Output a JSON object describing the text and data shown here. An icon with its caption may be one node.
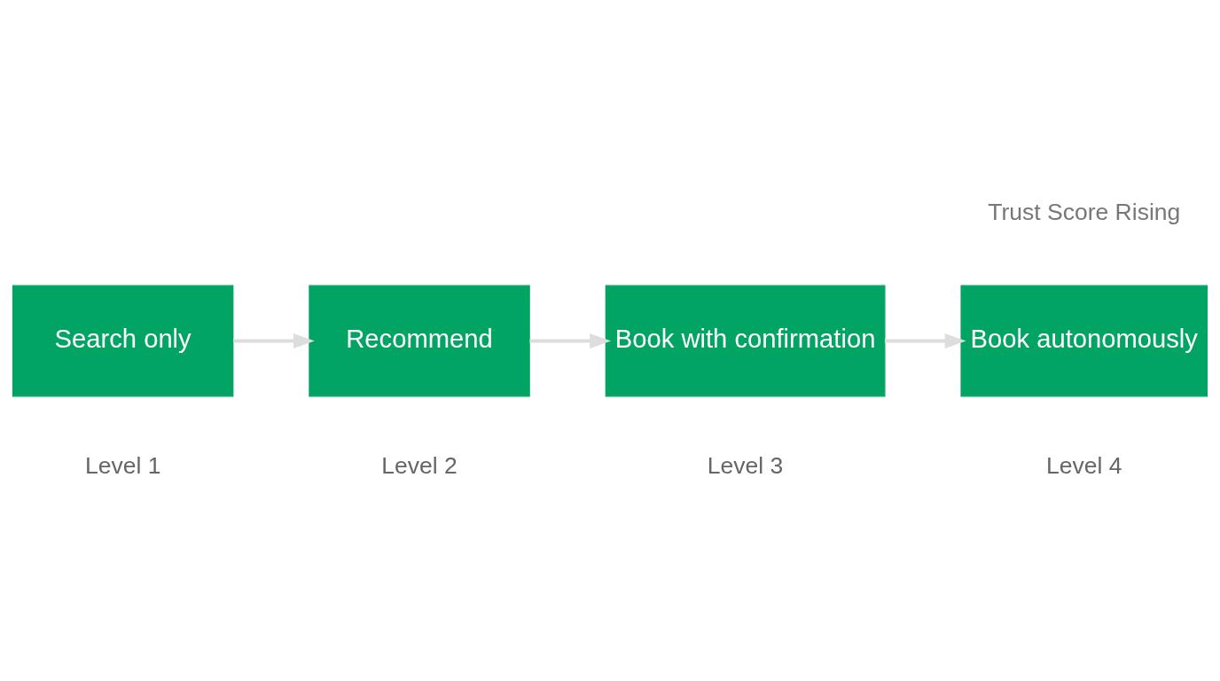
{
  "diagram": {
    "nodes": [
      {
        "text": [
          "Search only"
        ],
        "beside": [
          "Level 1"
        ]
      },
      {
        "text": [
          "Recommend"
        ],
        "beside": [
          "Level 2"
        ]
      },
      {
        "text": [
          "Book with confirmation"
        ],
        "beside": [
          "Level 3"
        ]
      },
      {
        "text": [
          "Book autonomously"
        ],
        "beside": [
          "Level 4"
        ]
      }
    ],
    "edges": [
      {
        "from": 0,
        "to": 1,
        "arrow": "to"
      },
      {
        "from": 1,
        "to": 2,
        "arrow": "to"
      },
      {
        "from": 2,
        "to": 3,
        "arrow": "to"
      }
    ],
    "labels": [
      "Trust Score Rising"
    ]
  }
}
